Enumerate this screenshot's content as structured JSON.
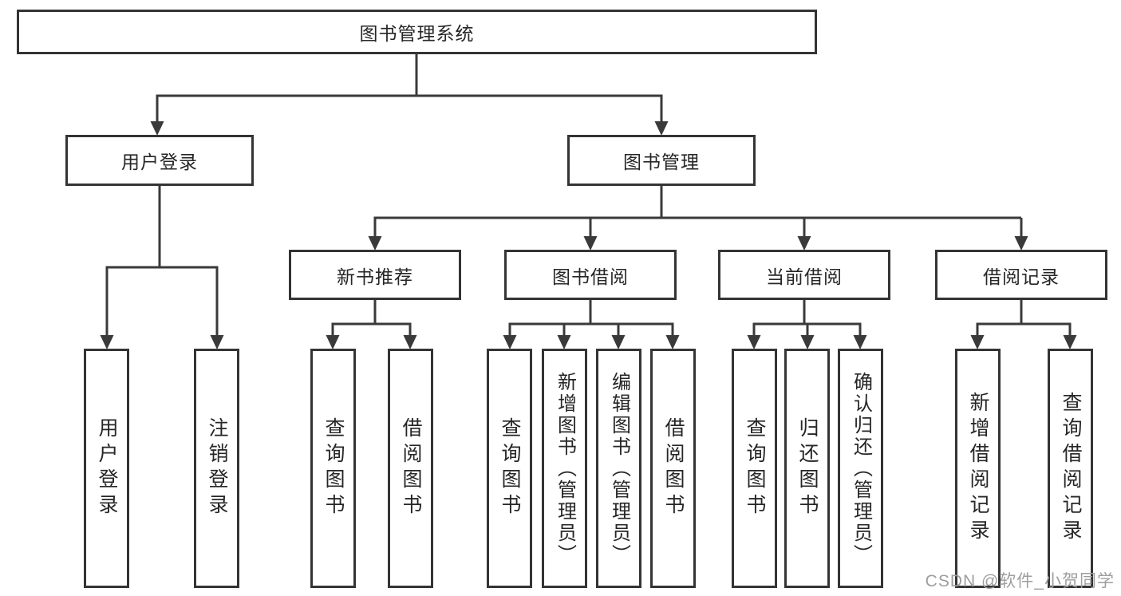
{
  "tree": {
    "root": "图书管理系统",
    "branches": [
      {
        "label": "用户登录",
        "children": [
          "用户登录",
          "注销登录"
        ]
      },
      {
        "label": "图书管理",
        "children": [
          {
            "label": "新书推荐",
            "children": [
              "查询图书",
              "借阅图书"
            ]
          },
          {
            "label": "图书借阅",
            "children": [
              "查询图书",
              "新增图书（管理员）",
              "编辑图书（管理员）",
              "借阅图书"
            ]
          },
          {
            "label": "当前借阅",
            "children": [
              "查询图书",
              "归还图书",
              "确认归还（管理员）"
            ]
          },
          {
            "label": "借阅记录",
            "children": [
              "新增借阅记录",
              "查询借阅记录"
            ]
          }
        ]
      }
    ]
  },
  "watermark": "CSDN @软件_小贺同学",
  "colors": {
    "line": "#3a3a3a",
    "border": "#343434",
    "fill": "#ffffff",
    "text": "#262626",
    "background": "#ffffff",
    "watermark": "#9e9e9e"
  }
}
